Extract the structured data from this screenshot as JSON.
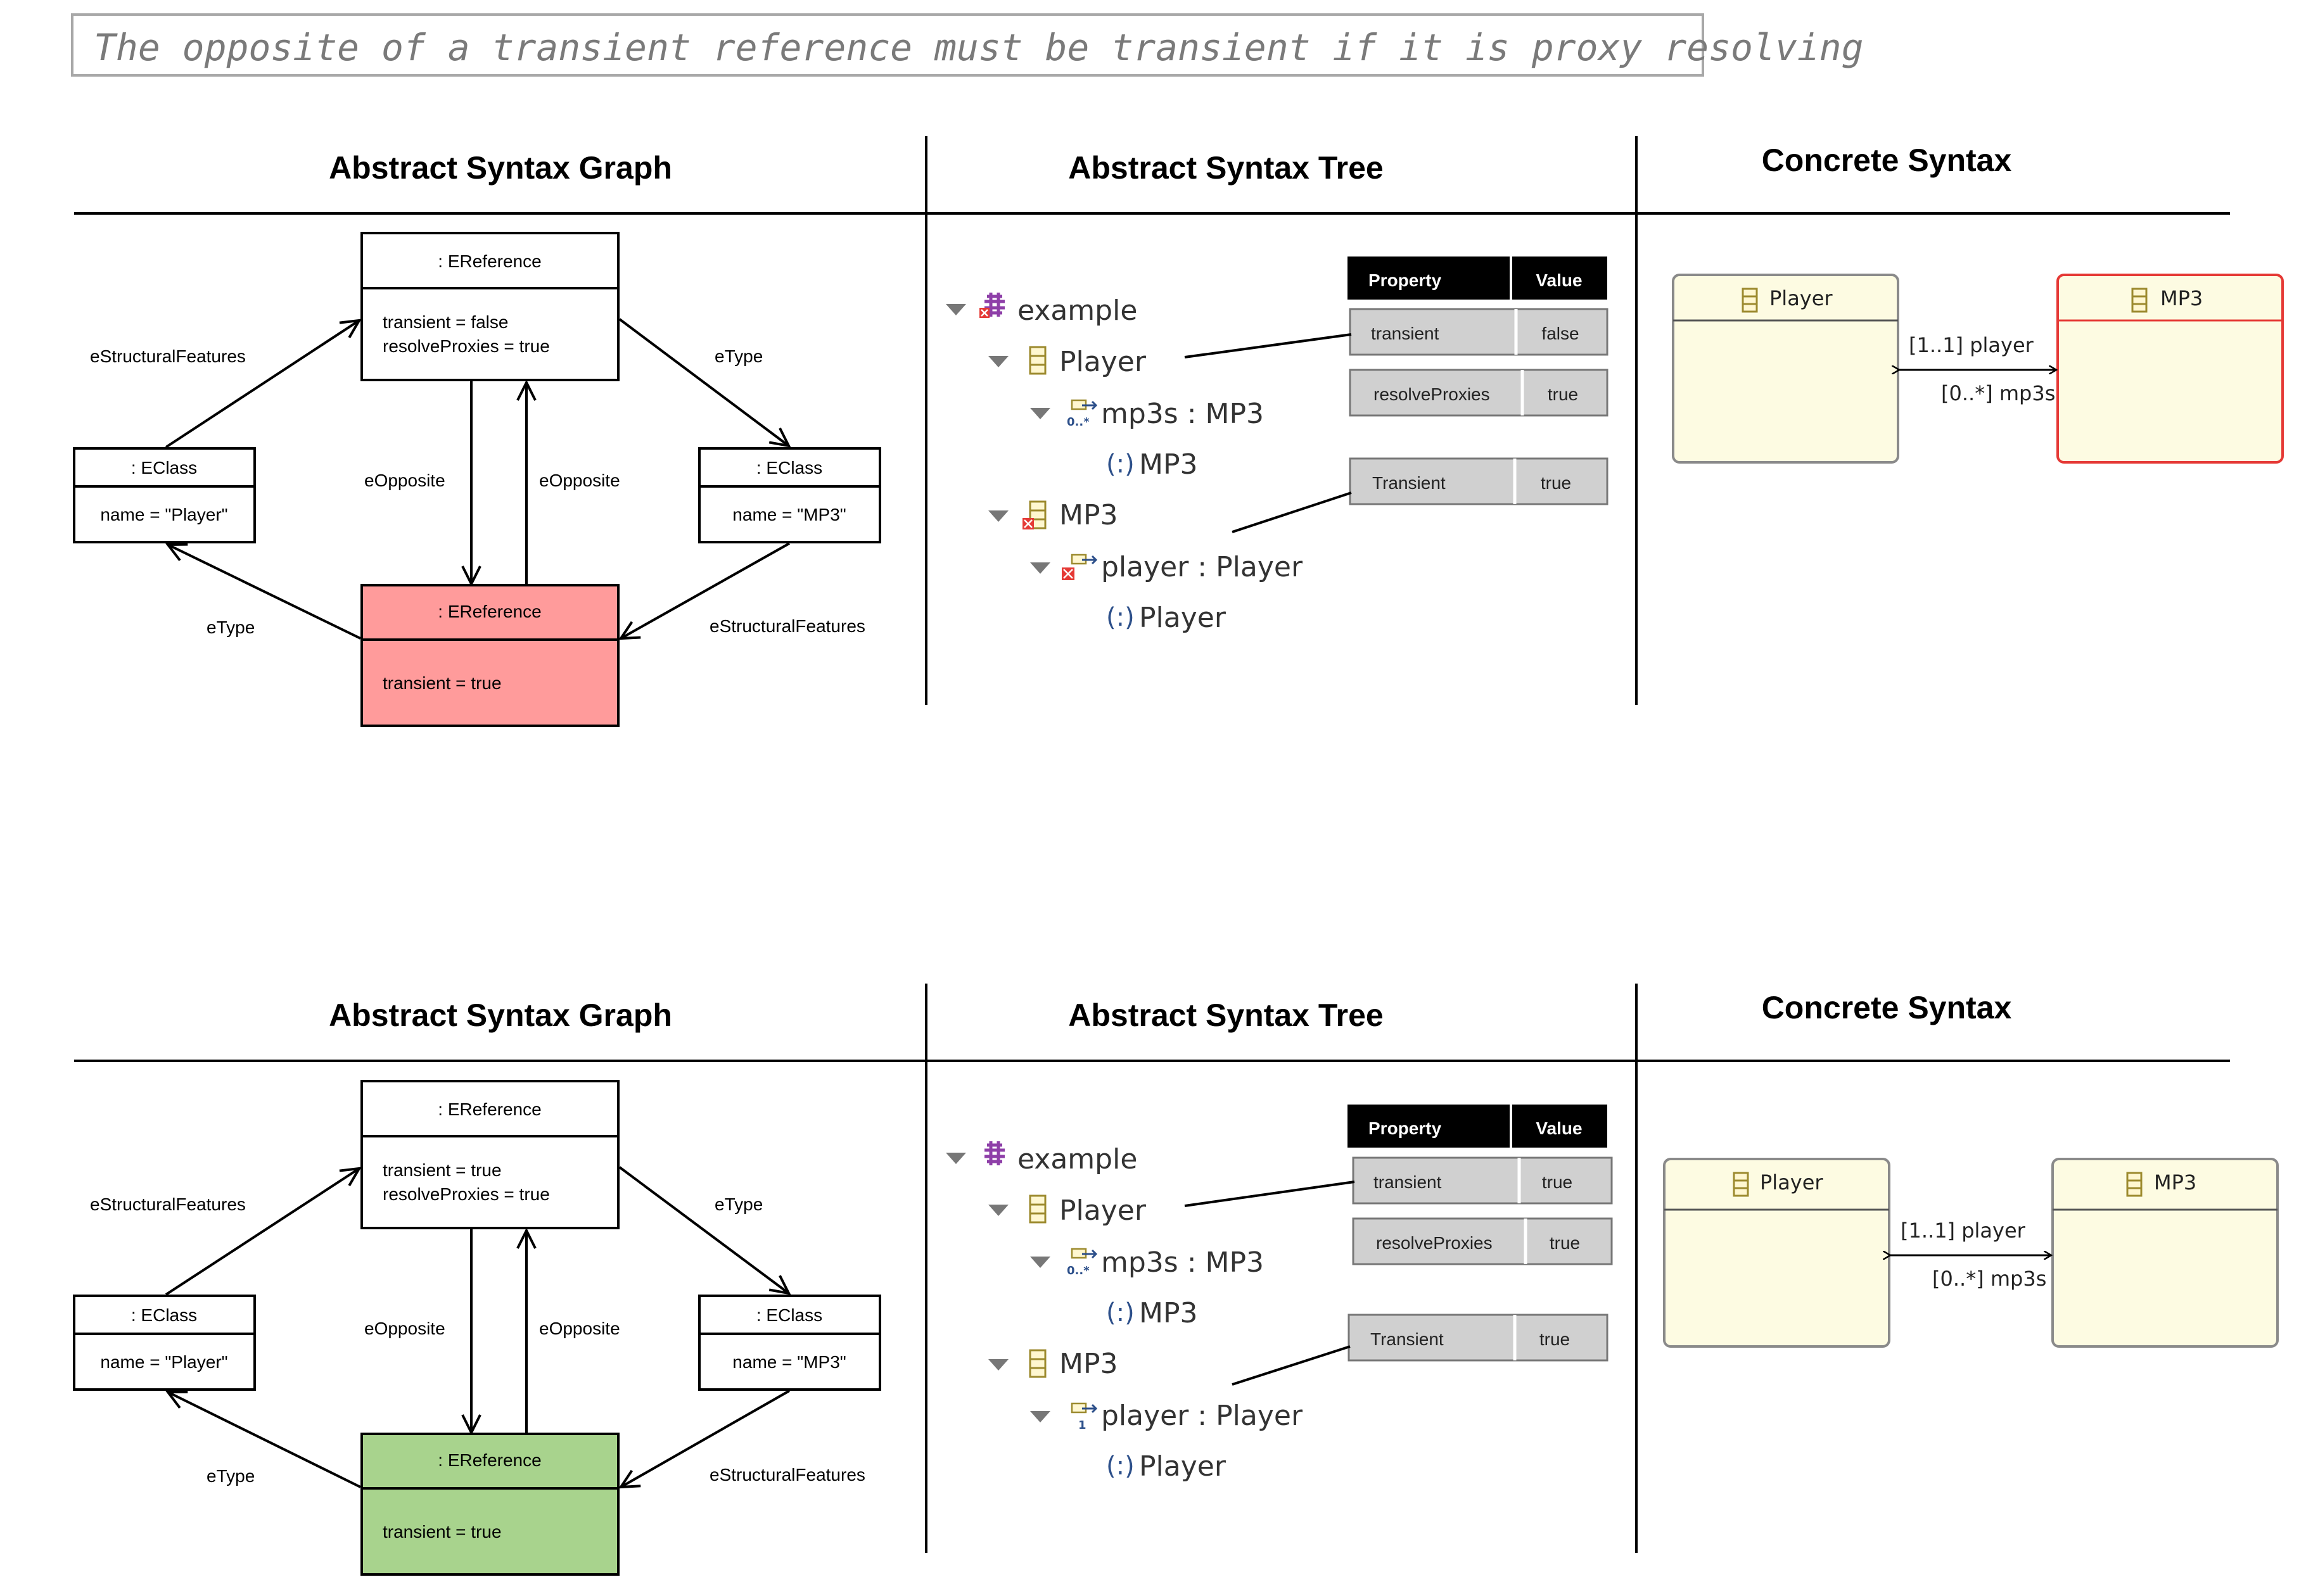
{
  "title": "The opposite of a transient reference must be transient if it is proxy resolving",
  "colors": {
    "error_fill": "#ff9b9b",
    "ok_fill": "#a8d38d",
    "class_fill": "#fdfbe2",
    "error_border": "#e53935",
    "error_text": "#e53935",
    "header_bg": "#000000",
    "cell_bg": "#d0d0d0"
  },
  "panels": [
    {
      "state": "error",
      "headers": {
        "asg": "Abstract Syntax Graph",
        "ast": "Abstract Syntax Tree",
        "cs": "Concrete Syntax"
      },
      "asg": {
        "top_ref": {
          "title": ": EReference",
          "attrs": [
            "transient =  false",
            "resolveProxies = true"
          ]
        },
        "bottom_ref": {
          "title": ": EReference",
          "attrs": [
            "transient =  true"
          ]
        },
        "left_class": {
          "title": ": EClass",
          "attr": "name = \"Player\""
        },
        "right_class": {
          "title": ": EClass",
          "attr": "name = \"MP3\""
        },
        "edge_labels": {
          "left_struct": "eStructuralFeatures",
          "right_type": "eType",
          "opp_left": "eOpposite",
          "opp_right": "eOpposite",
          "left_type": "eType",
          "right_struct": "eStructuralFeatures"
        }
      },
      "ast": {
        "tree": [
          {
            "label": "example",
            "icon": "package-icon",
            "error": true
          },
          {
            "label": "Player",
            "icon": "class-icon",
            "error": false
          },
          {
            "label": "mp3s : MP3",
            "icon": "reference-many-icon",
            "error": false
          },
          {
            "label": "MP3",
            "icon": "type-icon",
            "error": false
          },
          {
            "label": "MP3",
            "icon": "class-icon",
            "error": true
          },
          {
            "label": "player : Player",
            "icon": "reference-one-icon",
            "error": true
          },
          {
            "label": "Player",
            "icon": "type-icon",
            "error": false
          }
        ],
        "table_headers": [
          "Property",
          "Value"
        ],
        "props_top": [
          [
            "transient",
            "false"
          ],
          [
            "resolveProxies",
            "true"
          ]
        ],
        "props_bottom": [
          [
            "Transient",
            "true"
          ]
        ]
      },
      "cs": {
        "left_class": "Player",
        "right_class": "MP3",
        "right_error": true,
        "label_top": "[1..1] player",
        "label_bottom": "[0..*] mp3s"
      }
    },
    {
      "state": "ok",
      "headers": {
        "asg": "Abstract Syntax Graph",
        "ast": "Abstract Syntax Tree",
        "cs": "Concrete Syntax"
      },
      "asg": {
        "top_ref": {
          "title": ": EReference",
          "attrs": [
            "transient =  true",
            "resolveProxies = true"
          ]
        },
        "bottom_ref": {
          "title": ": EReference",
          "attrs": [
            "transient =  true"
          ]
        },
        "left_class": {
          "title": ": EClass",
          "attr": "name = \"Player\""
        },
        "right_class": {
          "title": ": EClass",
          "attr": "name = \"MP3\""
        },
        "edge_labels": {
          "left_struct": "eStructuralFeatures",
          "right_type": "eType",
          "opp_left": "eOpposite",
          "opp_right": "eOpposite",
          "left_type": "eType",
          "right_struct": "eStructuralFeatures"
        }
      },
      "ast": {
        "tree": [
          {
            "label": "example",
            "icon": "package-icon",
            "error": false
          },
          {
            "label": "Player",
            "icon": "class-icon",
            "error": false
          },
          {
            "label": "mp3s : MP3",
            "icon": "reference-many-icon",
            "error": false
          },
          {
            "label": "MP3",
            "icon": "type-icon",
            "error": false
          },
          {
            "label": "MP3",
            "icon": "class-icon",
            "error": false
          },
          {
            "label": "player : Player",
            "icon": "reference-one-icon",
            "error": false
          },
          {
            "label": "Player",
            "icon": "type-icon",
            "error": false
          }
        ],
        "table_headers": [
          "Property",
          "Value"
        ],
        "props_top": [
          [
            "transient",
            "true"
          ],
          [
            "resolveProxies",
            "true"
          ]
        ],
        "props_bottom": [
          [
            "Transient",
            "true"
          ]
        ]
      },
      "cs": {
        "left_class": "Player",
        "right_class": "MP3",
        "right_error": false,
        "label_top": "[1..1] player",
        "label_bottom": "[0..*] mp3s"
      }
    }
  ]
}
